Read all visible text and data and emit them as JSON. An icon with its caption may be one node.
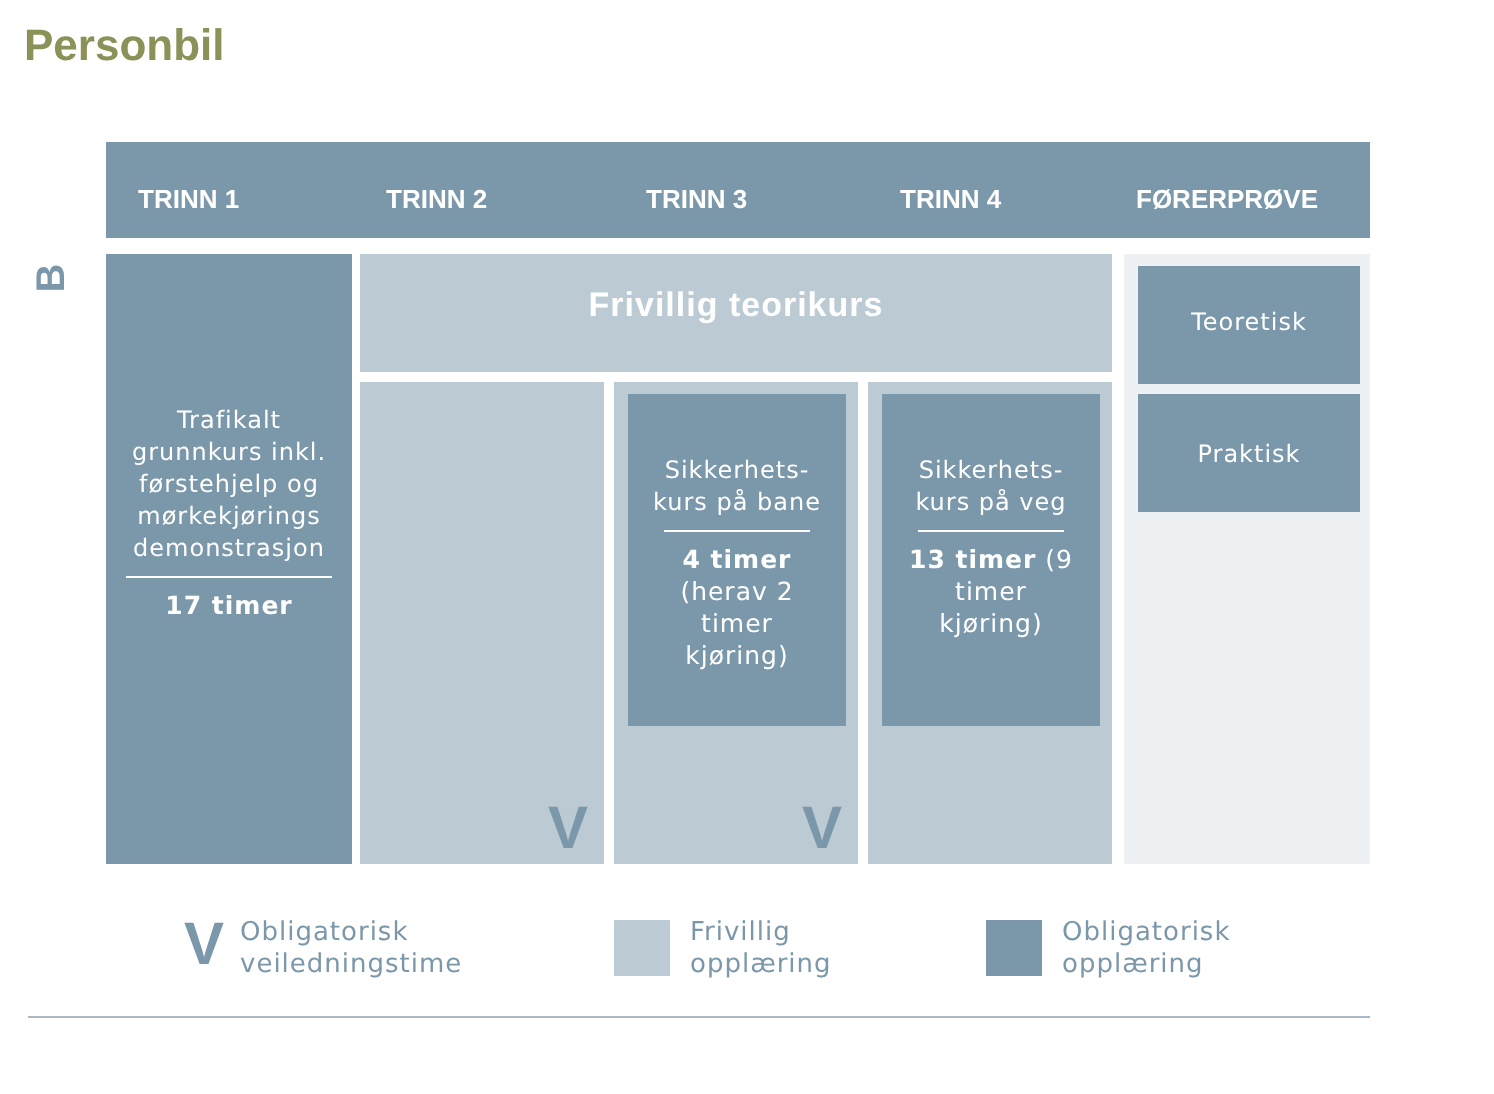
{
  "diagram": {
    "title": "Personbil",
    "nodes": [
      {
        "text": [
          "TRINN 1"
        ]
      },
      {
        "text": [
          "TRINN 2"
        ]
      },
      {
        "text": [
          "TRINN 3"
        ]
      },
      {
        "text": [
          "TRINN 4"
        ]
      },
      {
        "text": [
          "FØRERPRØVE"
        ]
      },
      {
        "text": [
          "Trafikalt grunnkurs inkl. førstehjelp og mørkekjørings demonstrasjon",
          "17 timer"
        ]
      },
      {
        "text": [
          "Frivillig teorikurs"
        ]
      },
      {
        "text": [
          "V"
        ]
      },
      {
        "text": [
          "V"
        ]
      },
      {
        "text": [
          "Sikkerhets- kurs på bane",
          "**4 timer** (herav 2 timer kjøring)"
        ],
        "in": 8
      },
      {
        "text": [],
        "shape": "box"
      },
      {
        "text": [
          "Sikkerhets- kurs på veg",
          "**13 timer** (9 timer kjøring)"
        ],
        "in": 10
      },
      {
        "text": [],
        "shape": "box"
      },
      {
        "text": [
          "Teoretisk"
        ],
        "in": 12
      },
      {
        "text": [
          "Praktisk"
        ],
        "in": 12
      }
    ],
    "edges": [],
    "labels": [
      "B",
      "V"
    ],
    "legend": [
      {
        "text": "Obligatorisk veiledningstime"
      },
      {
        "text": "Frivillig opplæring",
        "color": "#bccad3"
      },
      {
        "text": "Obligatorisk opplæring",
        "color": "#7b97aa"
      }
    ]
  }
}
